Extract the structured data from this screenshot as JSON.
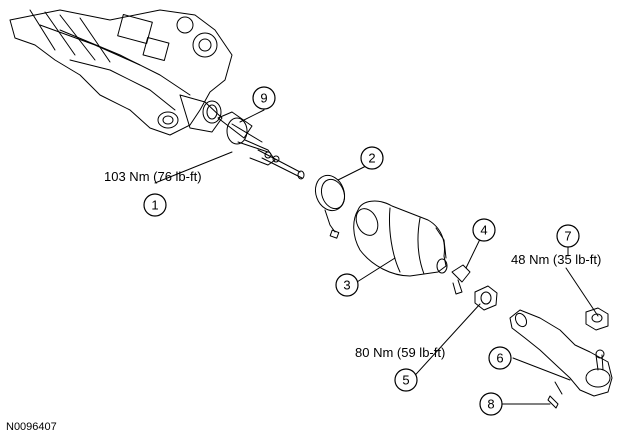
{
  "figure_id": "N0096407",
  "callouts": [
    {
      "number": "1",
      "torque": "103 Nm (76 lb-ft)"
    },
    {
      "number": "2",
      "torque": ""
    },
    {
      "number": "3",
      "torque": ""
    },
    {
      "number": "4",
      "torque": ""
    },
    {
      "number": "5",
      "torque": "80 Nm (59 lb-ft)"
    },
    {
      "number": "6",
      "torque": ""
    },
    {
      "number": "7",
      "torque": "48 Nm (35 lb-ft)"
    },
    {
      "number": "8",
      "torque": ""
    },
    {
      "number": "9",
      "torque": ""
    }
  ],
  "colors": {
    "line": "#000000",
    "background": "#ffffff"
  }
}
